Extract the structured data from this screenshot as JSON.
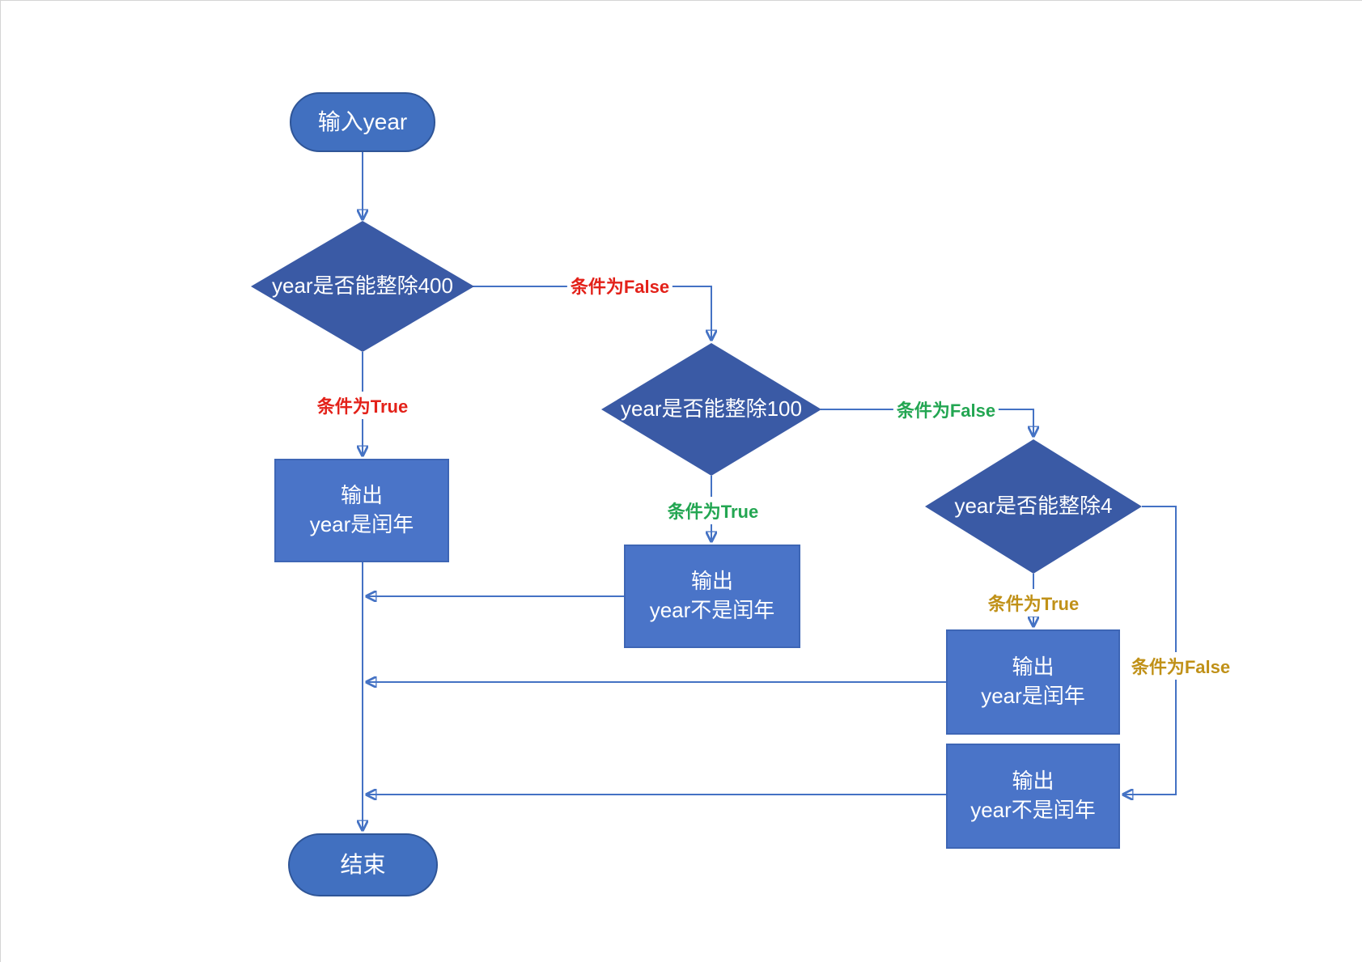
{
  "title": "leap-year-flowchart",
  "palette": {
    "connector": "#4472c4",
    "terminal_fill": "#4170c0",
    "terminal_border": "#2f5597",
    "process_fill": "#4a74c8",
    "process_border": "#3e66b5",
    "decision_fill": "#3a5aa5",
    "shape_text": "#ffffff",
    "label_red": "#e32119",
    "label_green": "#23a652",
    "label_gold": "#c09118"
  },
  "nodes": {
    "start": {
      "type": "terminal",
      "label": "输入year"
    },
    "check400": {
      "type": "decision",
      "label": "year是否能整除400"
    },
    "check100": {
      "type": "decision",
      "label": "year是否能整除100"
    },
    "check4": {
      "type": "decision",
      "label": "year是否能整除4"
    },
    "output_leap_a": {
      "type": "process",
      "label": "输出\nyear是闰年"
    },
    "output_not_leap_a": {
      "type": "process",
      "label": "输出\nyear不是闰年"
    },
    "output_leap_b": {
      "type": "process",
      "label": "输出\nyear是闰年"
    },
    "output_not_leap_b": {
      "type": "process",
      "label": "输出\nyear不是闰年"
    },
    "end": {
      "type": "terminal",
      "label": "结束"
    }
  },
  "edge_labels": {
    "check400_true": {
      "text": "条件为True",
      "color": "#e32119"
    },
    "check400_false": {
      "text": "条件为False",
      "color": "#e32119"
    },
    "check100_true": {
      "text": "条件为True",
      "color": "#23a652"
    },
    "check100_false": {
      "text": "条件为False",
      "color": "#23a652"
    },
    "check4_true": {
      "text": "条件为True",
      "color": "#c09118"
    },
    "check4_false": {
      "text": "条件为False",
      "color": "#c09118"
    }
  }
}
